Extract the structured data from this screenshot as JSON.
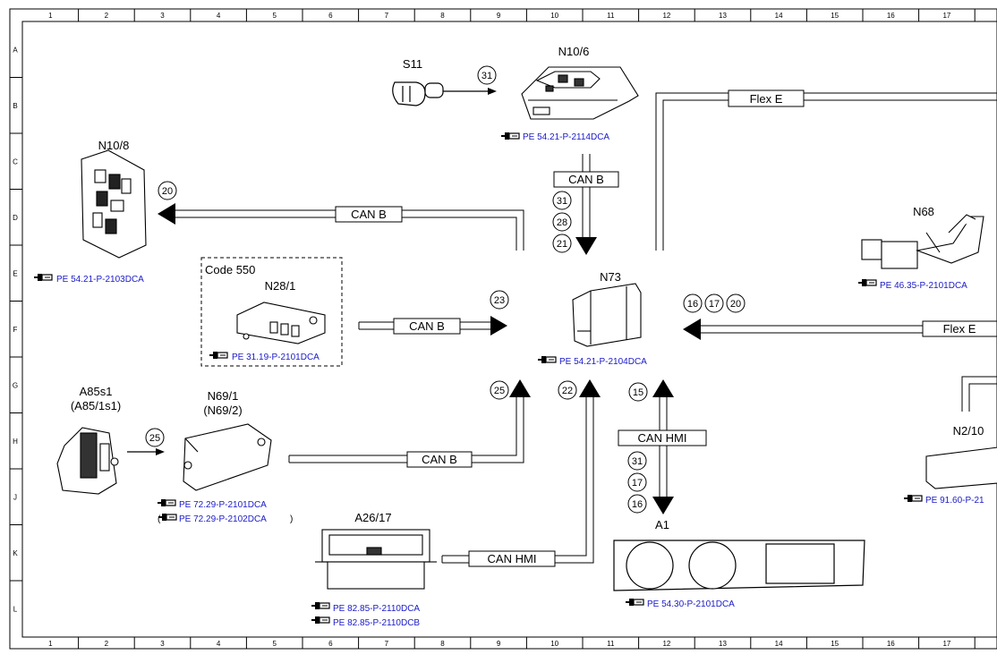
{
  "ruler": {
    "columns": [
      "1",
      "2",
      "3",
      "4",
      "5",
      "6",
      "7",
      "8",
      "9",
      "10",
      "11",
      "12",
      "13",
      "14",
      "15",
      "16",
      "17"
    ],
    "rows": [
      "A",
      "B",
      "C",
      "D",
      "E",
      "F",
      "G",
      "H",
      "J",
      "K",
      "L"
    ]
  },
  "components": {
    "s11": "S11",
    "n10_6": "N10/6",
    "n10_8": "N10/8",
    "code550": "Code 550",
    "n28_1": "N28/1",
    "n73": "N73",
    "n68": "N68",
    "a85s1": "A85s1",
    "a85_1s1": "(A85/1s1)",
    "n69_1": "N69/1",
    "n69_2": "(N69/2)",
    "a26_17": "A26/17",
    "a1": "A1",
    "n2_10": "N2/10"
  },
  "references": {
    "n10_6": "PE 54.21-P-2114DCA",
    "n10_8": "PE 54.21-P-2103DCA",
    "n28_1": "PE 31.19-P-2101DCA",
    "n73": "PE 54.21-P-2104DCA",
    "n68": "PE 46.35-P-2101DCA",
    "n69_1": "PE 72.29-P-2101DCA",
    "n69_2": "PE 72.29-P-2102DCA",
    "a26_17_a": "PE 82.85-P-2110DCA",
    "a26_17_b": "PE 82.85-P-2110DCB",
    "a1": "PE 54.30-P-2101DCA",
    "n2_10": "PE 91.60-P-21"
  },
  "buses": {
    "flex_e_top": "Flex E",
    "flex_e_right": "Flex E",
    "can_b_top": "CAN B",
    "can_b_left": "CAN B",
    "can_b_n28": "CAN B",
    "can_b_n69": "CAN B",
    "can_hmi_a1": "CAN HMI",
    "can_hmi_a26": "CAN HMI"
  },
  "signals": {
    "s31_s11": "31",
    "s20_n108": "20",
    "s31_top": "31",
    "s28_top": "28",
    "s21_top": "21",
    "s23": "23",
    "s16_r": "16",
    "s17_r": "17",
    "s20_r": "20",
    "s25_bus": "25",
    "s22": "22",
    "s15": "15",
    "s31_a1": "31",
    "s17_a1": "17",
    "s16_a1": "16",
    "s25_a85": "25"
  },
  "icons": {
    "ref_pointer": "hand-pointer-icon"
  },
  "colors": {
    "reference_link": "#1a1ac8",
    "line": "#000000"
  }
}
